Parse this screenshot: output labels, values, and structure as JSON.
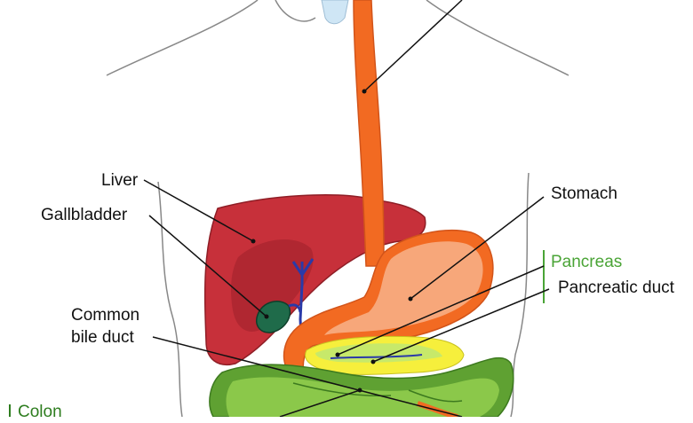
{
  "labels": {
    "liver": "Liver",
    "gallbladder": "Gallbladder",
    "common_bile_duct_line1": "Common",
    "common_bile_duct_line2": "bile duct",
    "stomach": "Stomach",
    "pancreas": "Pancreas",
    "pancreatic_duct": "Pancreatic duct",
    "colon": "Colon"
  },
  "colors": {
    "body_outline": "#888888",
    "esophagus": "#f26a22",
    "esophagus_outline": "#d2541a",
    "stomach_fill": "#f7a77a",
    "liver": "#c7303a",
    "liver_dark": "#a6232d",
    "gallbladder": "#1f6b4a",
    "bile_duct": "#2a3aa8",
    "pancreas": "#f6ef3c",
    "pancreas_light": "#c7e96a",
    "intestine": "#5fa132",
    "intestine_light": "#8bc84a",
    "trachea": "#cfe6f5",
    "leader_line": "#111111",
    "label_green": "#4aa436",
    "colon_green": "#2e7d1f"
  }
}
